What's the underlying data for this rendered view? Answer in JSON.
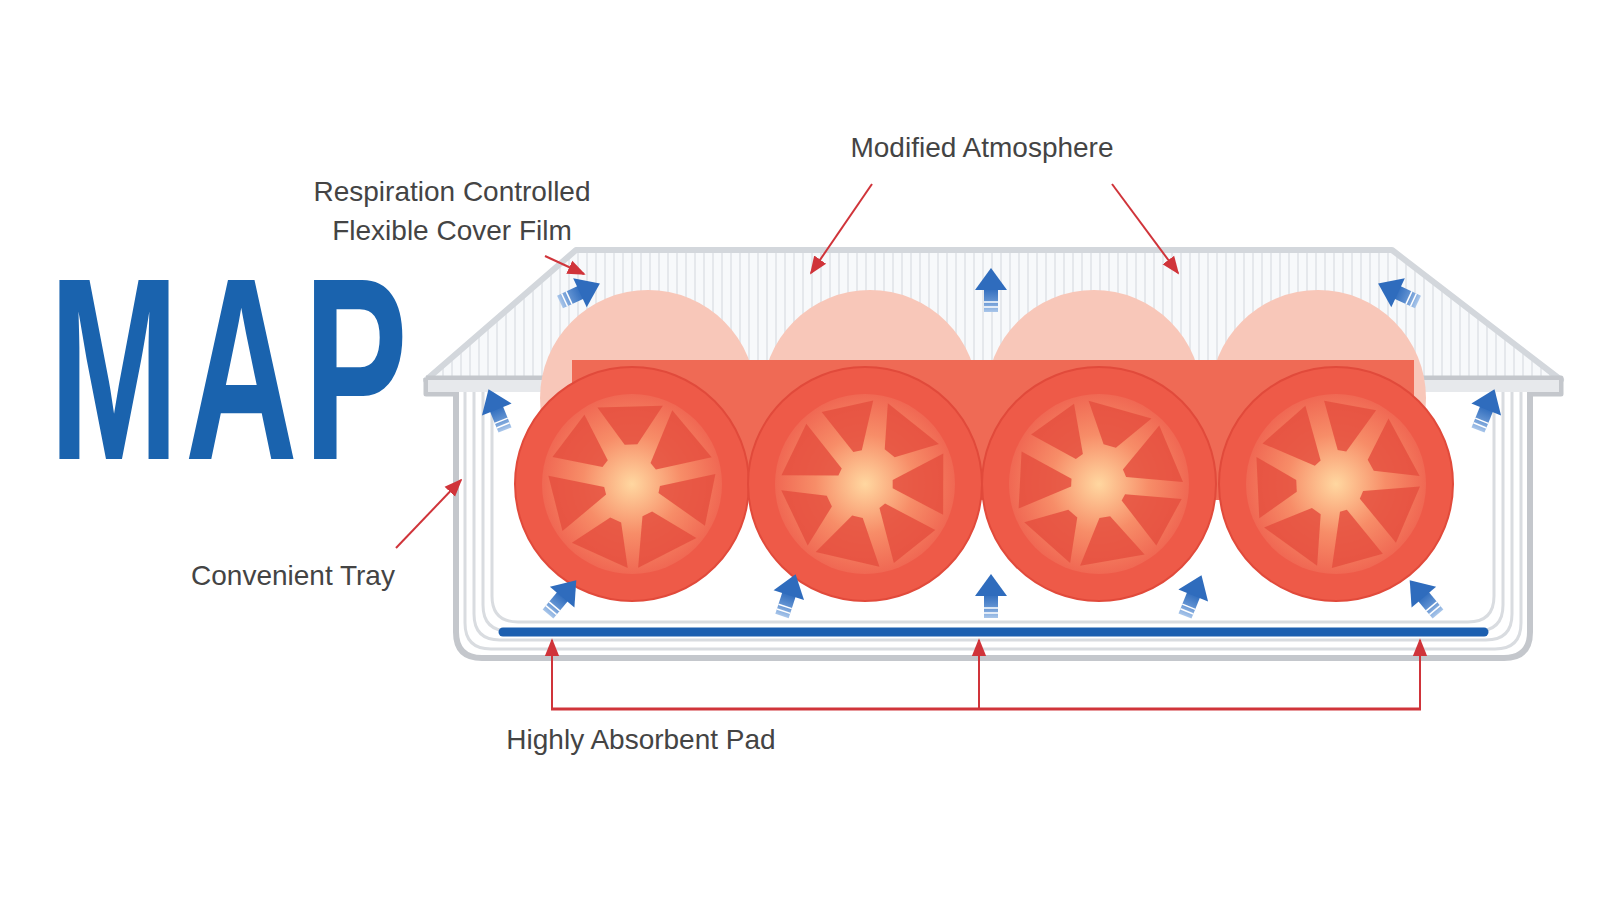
{
  "diagram": {
    "title": "MAP",
    "labels": [
      "Respiration Controlled Flexible Cover Film",
      "Modified Atmosphere",
      "Convenient Tray",
      "Highly Absorbent Pad"
    ]
  }
}
